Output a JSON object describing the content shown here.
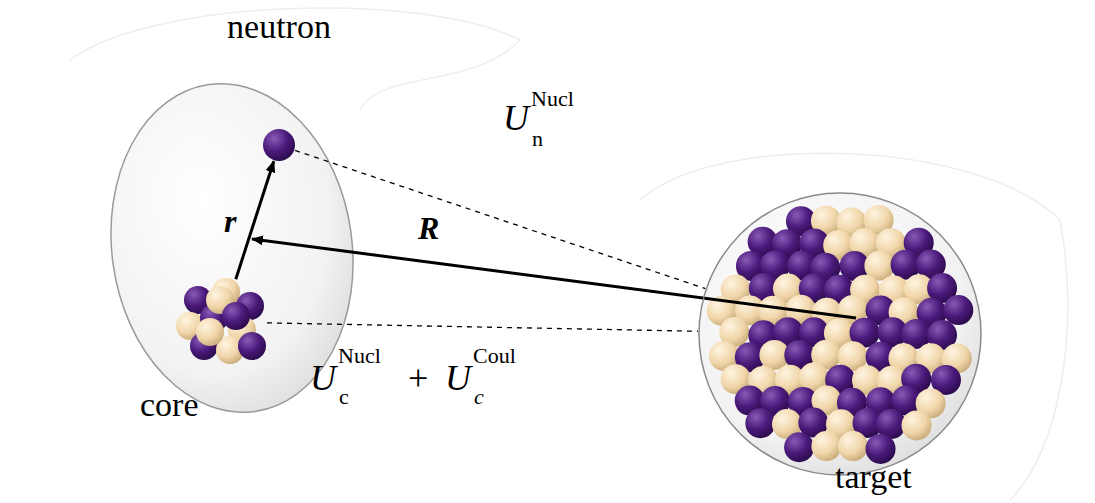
{
  "diagram": {
    "nodes": [
      {
        "text": [
          "neutron"
        ]
      },
      {
        "text": [
          "core"
        ]
      },
      {
        "text": [
          "target"
        ]
      }
    ],
    "edges": [
      {
        "from": 1,
        "to": 0,
        "arrow": "to"
      },
      {
        "from": 0,
        "to": 2,
        "arrow": "none"
      },
      {
        "from": 1,
        "to": 2,
        "arrow": "none"
      }
    ],
    "labels": [
      "r",
      "R",
      "U",
      "Nucl",
      "n",
      "U",
      "Nucl",
      "c",
      "+",
      "U",
      "Coul",
      "c"
    ]
  }
}
